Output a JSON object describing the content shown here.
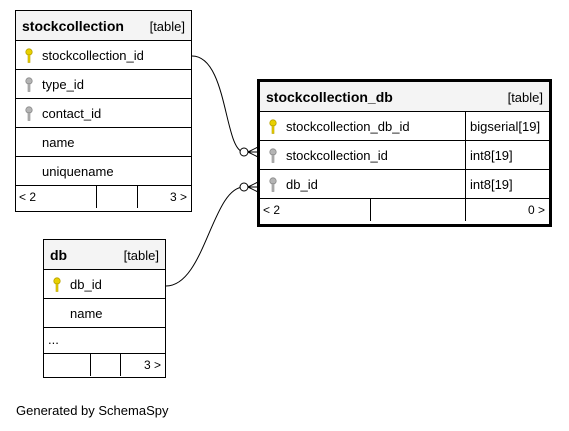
{
  "tables": {
    "stockcollection": {
      "name": "stockcollection",
      "kind": "[table]",
      "columns": [
        {
          "name": "stockcollection_id",
          "key": "primary"
        },
        {
          "name": "type_id",
          "key": "foreign"
        },
        {
          "name": "contact_id",
          "key": "foreign"
        },
        {
          "name": "name",
          "key": "none"
        },
        {
          "name": "uniquename",
          "key": "none"
        }
      ],
      "footer": {
        "parents": "< 2",
        "children": "3 >"
      }
    },
    "stockcollection_db": {
      "name": "stockcollection_db",
      "kind": "[table]",
      "columns": [
        {
          "name": "stockcollection_db_id",
          "type": "bigserial[19]",
          "key": "primary"
        },
        {
          "name": "stockcollection_id",
          "type": "int8[19]",
          "key": "foreign"
        },
        {
          "name": "db_id",
          "type": "int8[19]",
          "key": "foreign"
        }
      ],
      "footer": {
        "parents": "< 2",
        "children": "0 >"
      }
    },
    "db": {
      "name": "db",
      "kind": "[table]",
      "columns": [
        {
          "name": "db_id",
          "key": "primary"
        },
        {
          "name": "name",
          "key": "none"
        }
      ],
      "ellipsis": "...",
      "footer": {
        "parents": "",
        "children": "3 >"
      }
    }
  },
  "icons": {
    "primary": "gold-key-icon",
    "foreign": "gray-key-icon"
  },
  "colors": {
    "primary_key": "#e8d000",
    "foreign_key": "#a8a8a8",
    "header_bg": "#f4f4f4"
  },
  "credit": "Generated by SchemaSpy"
}
